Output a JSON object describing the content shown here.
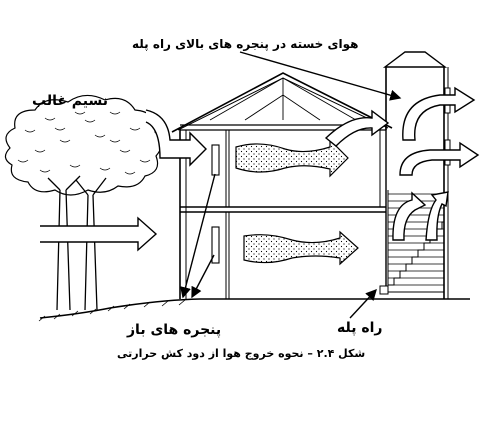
{
  "labels": {
    "tired_air_top_windows": "هوای خسته در پنجره های بالای راه پله",
    "prevailing_wind": "نسیم غالب",
    "windows_open": "پنجره های باز",
    "stairwell": "راه پله"
  },
  "caption": "شکل ۲.۴ – نحوه خروج هوا از دود کش حرارتی"
}
